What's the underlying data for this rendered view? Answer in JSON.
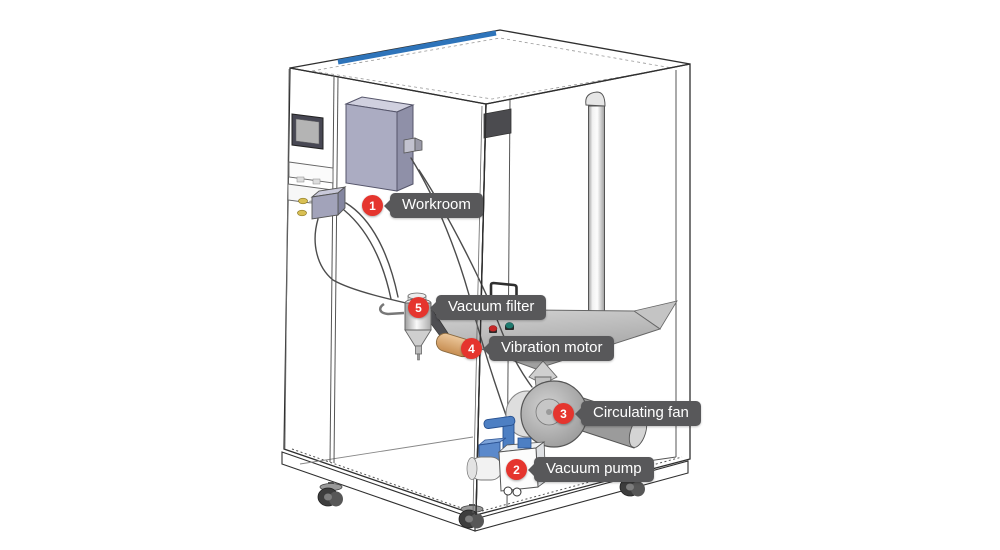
{
  "colors": {
    "badge-red": "#e5352e",
    "label-bg": "#58585a",
    "label-text": "#ffffff",
    "stripe-blue": "#2e74ba",
    "chamber-purple": "#abacc2",
    "motor-tan": "#d9a877",
    "pump-blue": "#4d7fc3"
  },
  "callouts": [
    {
      "number": "1",
      "text": "Workroom"
    },
    {
      "number": "2",
      "text": "Vacuum pump"
    },
    {
      "number": "3",
      "text": "Circulating fan"
    },
    {
      "number": "4",
      "text": "Vibration motor"
    },
    {
      "number": "5",
      "text": "Vacuum filter"
    }
  ]
}
